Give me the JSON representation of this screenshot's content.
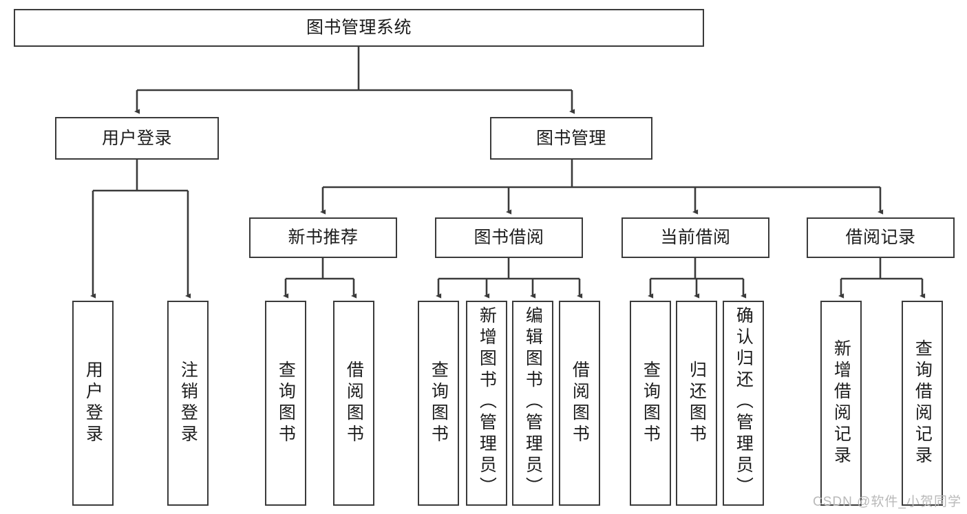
{
  "diagram": {
    "title": "图书管理系统",
    "type": "tree-hierarchy",
    "watermark": "CSDN @软件_小贺同学",
    "colors": {
      "box_border": "#3a3a3a",
      "box_fill": "#ffffff",
      "connector": "#3a3a3a",
      "text": "#1c1c1c",
      "watermark": "#b9b9b9",
      "background": "#ffffff"
    },
    "root": {
      "label": "图书管理系统"
    },
    "level2": [
      {
        "label": "用户登录"
      },
      {
        "label": "图书管理"
      }
    ],
    "level3": [
      {
        "label": "新书推荐"
      },
      {
        "label": "图书借阅"
      },
      {
        "label": "当前借阅"
      },
      {
        "label": "借阅记录"
      }
    ],
    "leaves": {
      "user_login": [
        {
          "label": "用户登录"
        },
        {
          "label": "注销登录"
        }
      ],
      "new_book_recommend": [
        {
          "label": "查询图书"
        },
        {
          "label": "借阅图书"
        }
      ],
      "book_borrow": [
        {
          "label": "查询图书"
        },
        {
          "label": "新增图书（管理员）"
        },
        {
          "label": "编辑图书（管理员）"
        },
        {
          "label": "借阅图书"
        }
      ],
      "current_borrow": [
        {
          "label": "查询图书"
        },
        {
          "label": "归还图书"
        },
        {
          "label": "确认归还（管理员）"
        }
      ],
      "borrow_records": [
        {
          "label": "新增借阅记录"
        },
        {
          "label": "查询借阅记录"
        }
      ]
    }
  }
}
